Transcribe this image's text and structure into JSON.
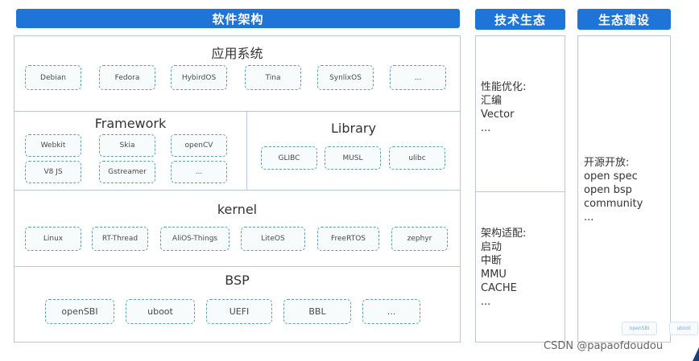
{
  "headers": {
    "software_arch": "软件架构",
    "tech_eco": "技术生态",
    "eco_build": "生态建设"
  },
  "app_system": {
    "title": "应用系统",
    "items": [
      "Debian",
      "Fedora",
      "HybirdOS",
      "Tina",
      "SynlixOS",
      "..."
    ]
  },
  "framework": {
    "title": "Framework",
    "items": [
      "Webkit",
      "Skia",
      "openCV",
      "V8 JS",
      "Gstreamer",
      "..."
    ]
  },
  "library": {
    "title": "Library",
    "items": [
      "GLIBC",
      "MUSL",
      "ulibc"
    ]
  },
  "kernel": {
    "title": "kernel",
    "items": [
      "Linux",
      "RT-Thread",
      "AliOS-Things",
      "LiteOS",
      "FreeRTOS",
      "zephyr"
    ]
  },
  "bsp": {
    "title": "BSP",
    "items": [
      "openSBI",
      "uboot",
      "UEFI",
      "BBL",
      "..."
    ]
  },
  "tech_eco": {
    "perf": "性能优化:\n汇编\nVector\n...",
    "arch": "架构适配:\n启动\n中断\nMMU\nCACHE\n..."
  },
  "eco_build": {
    "text": "开源开放:\nopen spec\nopen bsp\ncommunity\n...",
    "mini_items": [
      "openSBI",
      "uboot"
    ]
  },
  "watermark": "CSDN @papaofdoudou"
}
